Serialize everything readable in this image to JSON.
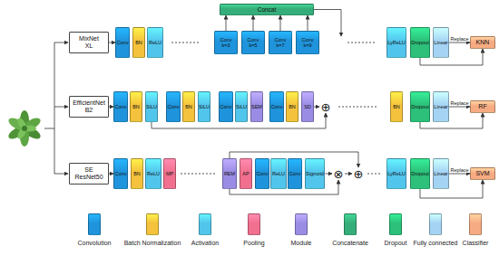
{
  "diagram": {
    "nodes": [
      {
        "text": [
          "MixNet XL"
        ]
      },
      {
        "text": [
          "Conv"
        ]
      },
      {
        "text": [
          "BN"
        ]
      },
      {
        "text": [
          "ReLU"
        ]
      },
      {
        "text": [
          "Concat"
        ]
      },
      {
        "text": [
          "Conv k=3"
        ]
      },
      {
        "text": [
          "Conv k=5"
        ]
      },
      {
        "text": [
          "Conv k=7"
        ]
      },
      {
        "text": [
          "Conv k=9"
        ]
      },
      {
        "text": [
          "LyReLU"
        ]
      },
      {
        "text": [
          "Dropout"
        ]
      },
      {
        "text": [
          "Linear"
        ]
      },
      {
        "text": [
          "KNN"
        ]
      },
      {
        "text": [
          "EfficientNet B2"
        ]
      },
      {
        "text": [
          "Conv"
        ]
      },
      {
        "text": [
          "BN"
        ]
      },
      {
        "text": [
          "SiLU"
        ]
      },
      {
        "text": [
          "Conv"
        ]
      },
      {
        "text": [
          "BN"
        ]
      },
      {
        "text": [
          "SiLU"
        ]
      },
      {
        "text": [
          "Conv"
        ]
      },
      {
        "text": [
          "SiLU"
        ]
      },
      {
        "text": [
          "SEM"
        ]
      },
      {
        "text": [
          "Conv"
        ]
      },
      {
        "text": [
          "BN"
        ]
      },
      {
        "text": [
          "SD"
        ]
      },
      {
        "text": [
          "⊕"
        ]
      },
      {
        "text": [
          "BN"
        ]
      },
      {
        "text": [
          "Dropout"
        ]
      },
      {
        "text": [
          "Linear"
        ]
      },
      {
        "text": [
          "RF"
        ]
      },
      {
        "text": [
          "SE ResNet50"
        ]
      },
      {
        "text": [
          "Conv"
        ]
      },
      {
        "text": [
          "BN"
        ]
      },
      {
        "text": [
          "ReLU"
        ]
      },
      {
        "text": [
          "MP"
        ]
      },
      {
        "text": [
          "REM"
        ]
      },
      {
        "text": [
          "AP"
        ]
      },
      {
        "text": [
          "Conv"
        ]
      },
      {
        "text": [
          "ReLU"
        ]
      },
      {
        "text": [
          "Conv"
        ]
      },
      {
        "text": [
          "Sigmoid"
        ]
      },
      {
        "text": [
          "⊗"
        ]
      },
      {
        "text": [
          "⊕"
        ]
      },
      {
        "text": [
          "LyReLU"
        ]
      },
      {
        "text": [
          "Dropout"
        ]
      },
      {
        "text": [
          "Linear"
        ]
      },
      {
        "text": [
          "SVM"
        ]
      }
    ],
    "edges": [
      {
        "from": 0,
        "to": 1,
        "arrow": "to"
      },
      {
        "from": 5,
        "to": 4,
        "arrow": "to"
      },
      {
        "from": 6,
        "to": 4,
        "arrow": "to"
      },
      {
        "from": 7,
        "to": 4,
        "arrow": "to"
      },
      {
        "from": 8,
        "to": 4,
        "arrow": "to"
      },
      {
        "from": 11,
        "to": 12,
        "label": "Replace",
        "arrow": "to"
      },
      {
        "from": 10,
        "to": 12,
        "arrow": "to"
      },
      {
        "from": 13,
        "to": 14,
        "arrow": "to"
      },
      {
        "from": 16,
        "to": 26,
        "arrow": "to"
      },
      {
        "from": 25,
        "to": 26,
        "arrow": "to"
      },
      {
        "from": 29,
        "to": 30,
        "label": "Replace",
        "arrow": "to"
      },
      {
        "from": 28,
        "to": 30,
        "arrow": "to"
      },
      {
        "from": 31,
        "to": 32,
        "arrow": "to"
      },
      {
        "from": 36,
        "to": 43,
        "arrow": "to"
      },
      {
        "from": 36,
        "to": 42,
        "arrow": "to"
      },
      {
        "from": 41,
        "to": 42,
        "arrow": "to"
      },
      {
        "from": 42,
        "to": 43,
        "arrow": "to"
      },
      {
        "from": 46,
        "to": 47,
        "label": "Replace",
        "arrow": "to"
      },
      {
        "from": 45,
        "to": 47,
        "arrow": "to"
      }
    ],
    "legend": [
      {
        "text": "Convolution",
        "color": "#1f94dc"
      },
      {
        "text": "Batch Normalization",
        "color": "#f4c23c"
      },
      {
        "text": "Activation",
        "color": "#52c5ec"
      },
      {
        "text": "Pooling",
        "color": "#f2708f"
      },
      {
        "text": "Module",
        "color": "#9a8ce4"
      },
      {
        "text": "Concatenate",
        "color": "#35ad7a"
      },
      {
        "text": "Dropout",
        "color": "#2cc07a"
      },
      {
        "text": "Fully connected",
        "color": "#a4d3f3"
      },
      {
        "text": "Classifier",
        "color": "#f7ab82"
      }
    ]
  }
}
